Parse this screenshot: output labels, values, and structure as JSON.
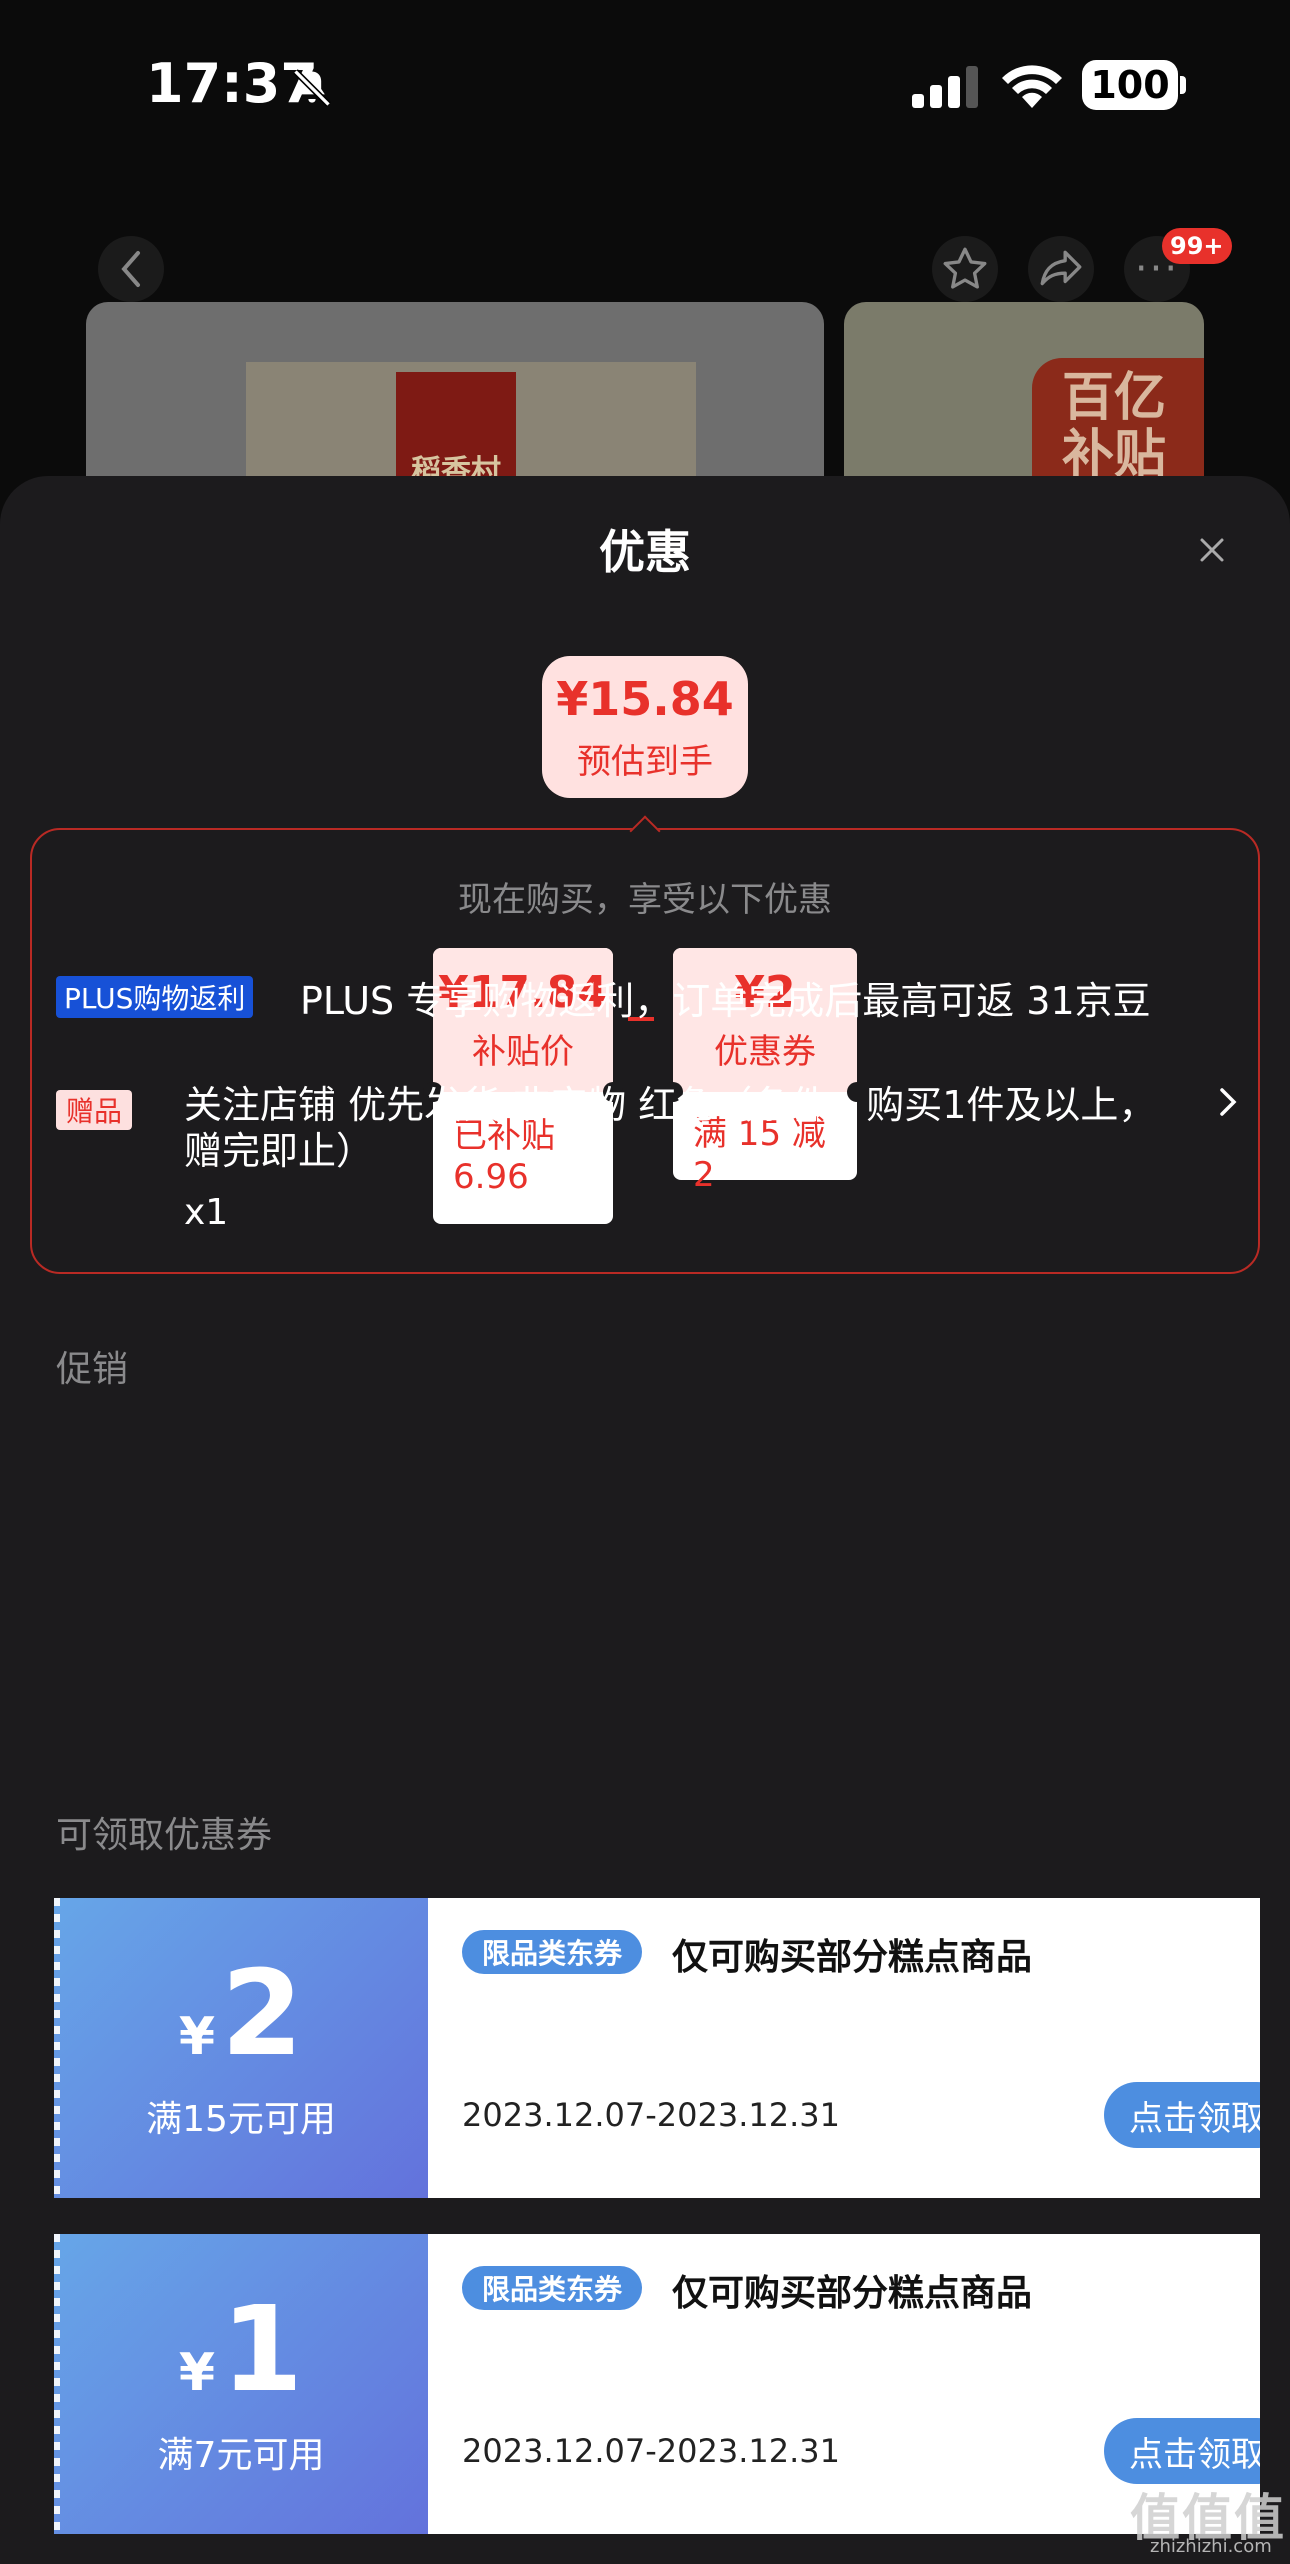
{
  "status_bar": {
    "time": "17:37",
    "battery": "100"
  },
  "nav": {
    "more_badge": "99+"
  },
  "background": {
    "product_brand": "稻香村",
    "side_promo": "百亿\n补贴"
  },
  "sheet": {
    "title": "优惠",
    "estimate": {
      "price": "¥15.84",
      "label": "预估到手"
    },
    "calc_subtitle": "现在购买，享受以下优惠",
    "tickets": [
      {
        "amount": "¥17.84",
        "label": "补贴价",
        "detail": "已补贴\n6.96"
      },
      {
        "amount": "¥2",
        "label": "优惠券",
        "detail": "满 15 减 2"
      }
    ],
    "promo_section_title": "促销",
    "plus": {
      "badge": "PLUS购物返利",
      "text": "PLUS 专享购物返利，订单完成后最高可返 31京豆"
    },
    "gift": {
      "badge": "赠品",
      "text": "关注店铺 优先发货 非实物 红色（条件：购买1件及以上，赠完即止）",
      "qty": "x1"
    },
    "coupon_section_title": "可领取优惠券",
    "coupons": [
      {
        "yen": "¥",
        "amount": "2",
        "condition": "满15元可用",
        "tag": "限品类东券",
        "title": "仅可购买部分糕点商品",
        "date": "2023.12.07-2023.12.31",
        "button": "点击领取"
      },
      {
        "yen": "¥",
        "amount": "1",
        "condition": "满7元可用",
        "tag": "限品类东券",
        "title": "仅可购买部分糕点商品",
        "date": "2023.12.07-2023.12.31",
        "button": "点击领取"
      }
    ]
  },
  "watermark": {
    "main": "值值值",
    "sub": "zhizhizhi.com"
  },
  "colors": {
    "accent_red": "#e8312b",
    "coupon_blue": "#4d8ee0",
    "sheet_bg": "#1c1b1d"
  }
}
